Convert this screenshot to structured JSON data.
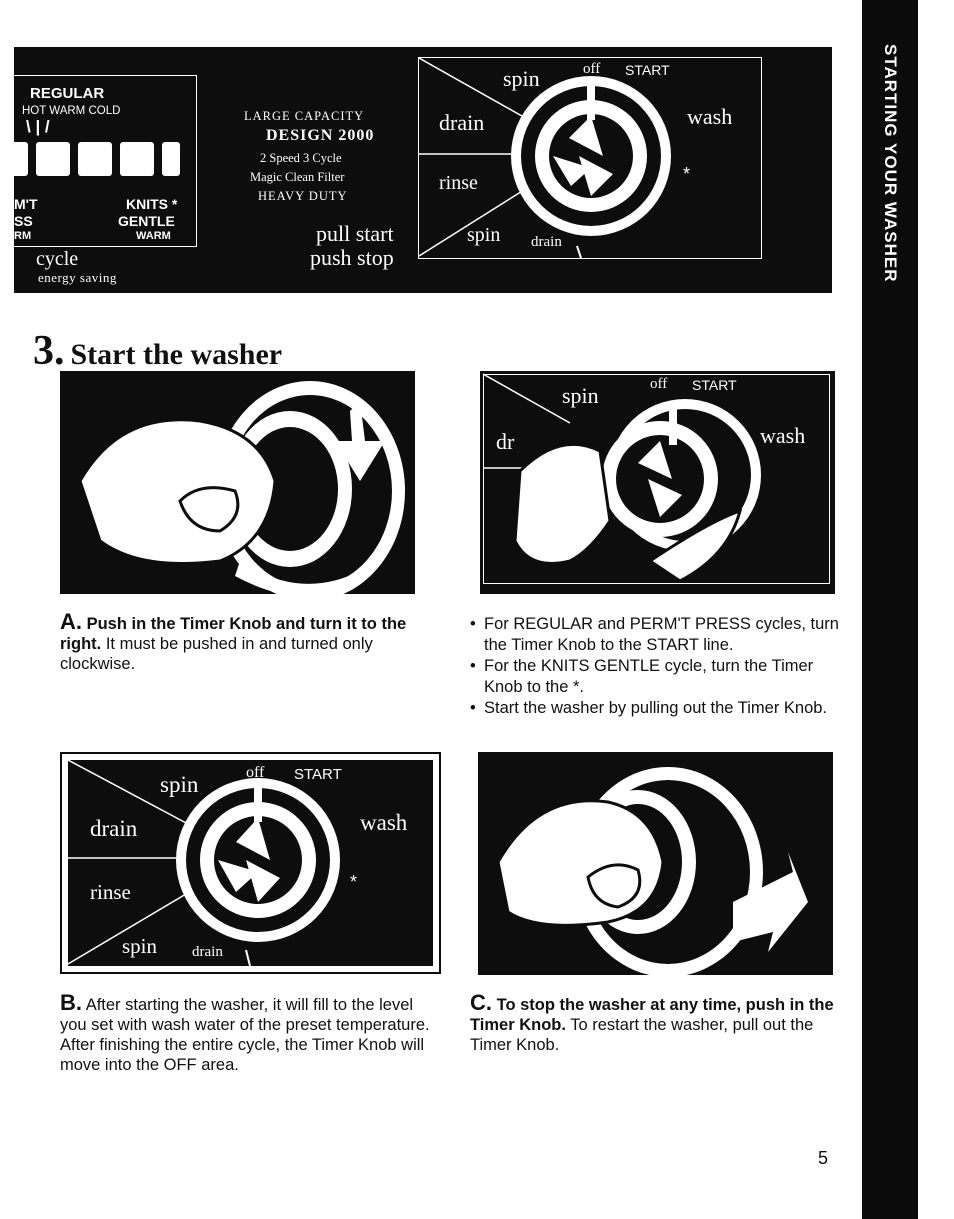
{
  "side_tab": {
    "text": "STARTING YOUR WASHER"
  },
  "control_panel": {
    "regular": "REGULAR",
    "temps": "HOT  WARM  COLD",
    "temp_marks": "\\  |  /",
    "permt": "M'T",
    "press": "SS",
    "warm_left": "RM",
    "knits": "KNITS *",
    "gentle": "GENTLE",
    "warm": "WARM",
    "cycle": "cycle",
    "energy": "energy saving",
    "large_capacity": "LARGE CAPACITY",
    "model_logo": "DESIGN 2000",
    "speed": "2 Speed 3 Cycle",
    "filter": "Magic Clean Filter",
    "heavy_duty": "HEAVY DUTY",
    "pull_start": "pull start",
    "push_stop": "push stop",
    "dial": {
      "spin_top": "spin",
      "off_start": "off",
      "start": "START",
      "drain": "drain",
      "wash": "wash",
      "rinse": "rinse",
      "spin_bottom": "spin",
      "drain_bottom": "drain",
      "star": "*"
    }
  },
  "heading": {
    "number": "3.",
    "title": "Start the washer"
  },
  "dial_photo": {
    "spin": "spin",
    "off": "off",
    "start": "START",
    "drain": "dr",
    "wash": "wash",
    "star": "*"
  },
  "dial_drawing": {
    "spin_top": "spin",
    "off": "off",
    "start": "START",
    "drain": "drain",
    "wash": "wash",
    "rinse": "rinse",
    "spin_bottom": "spin",
    "drain_bottom": "drain",
    "star": "*"
  },
  "step_a": {
    "letter": "A.",
    "bold": "Push in the Timer Knob and turn it to the right.",
    "text": " It must be pushed in and turned only clockwise."
  },
  "bullets": [
    "For REGULAR and PERM'T PRESS cycles, turn the Timer Knob to the START line.",
    "For the KNITS GENTLE cycle, turn the Timer Knob to the *.",
    "Start the washer by pulling out the Timer Knob."
  ],
  "step_b": {
    "letter": "B.",
    "text": "After starting the washer, it will fill to the level you set with wash water of the preset temperature. After finishing the entire cycle, the Timer Knob will move into the OFF area."
  },
  "step_c": {
    "letter": "C.",
    "bold": "To stop the washer at any time, push in the Timer Knob.",
    "text": " To restart the washer, pull out the Timer Knob."
  },
  "page_number": "5"
}
